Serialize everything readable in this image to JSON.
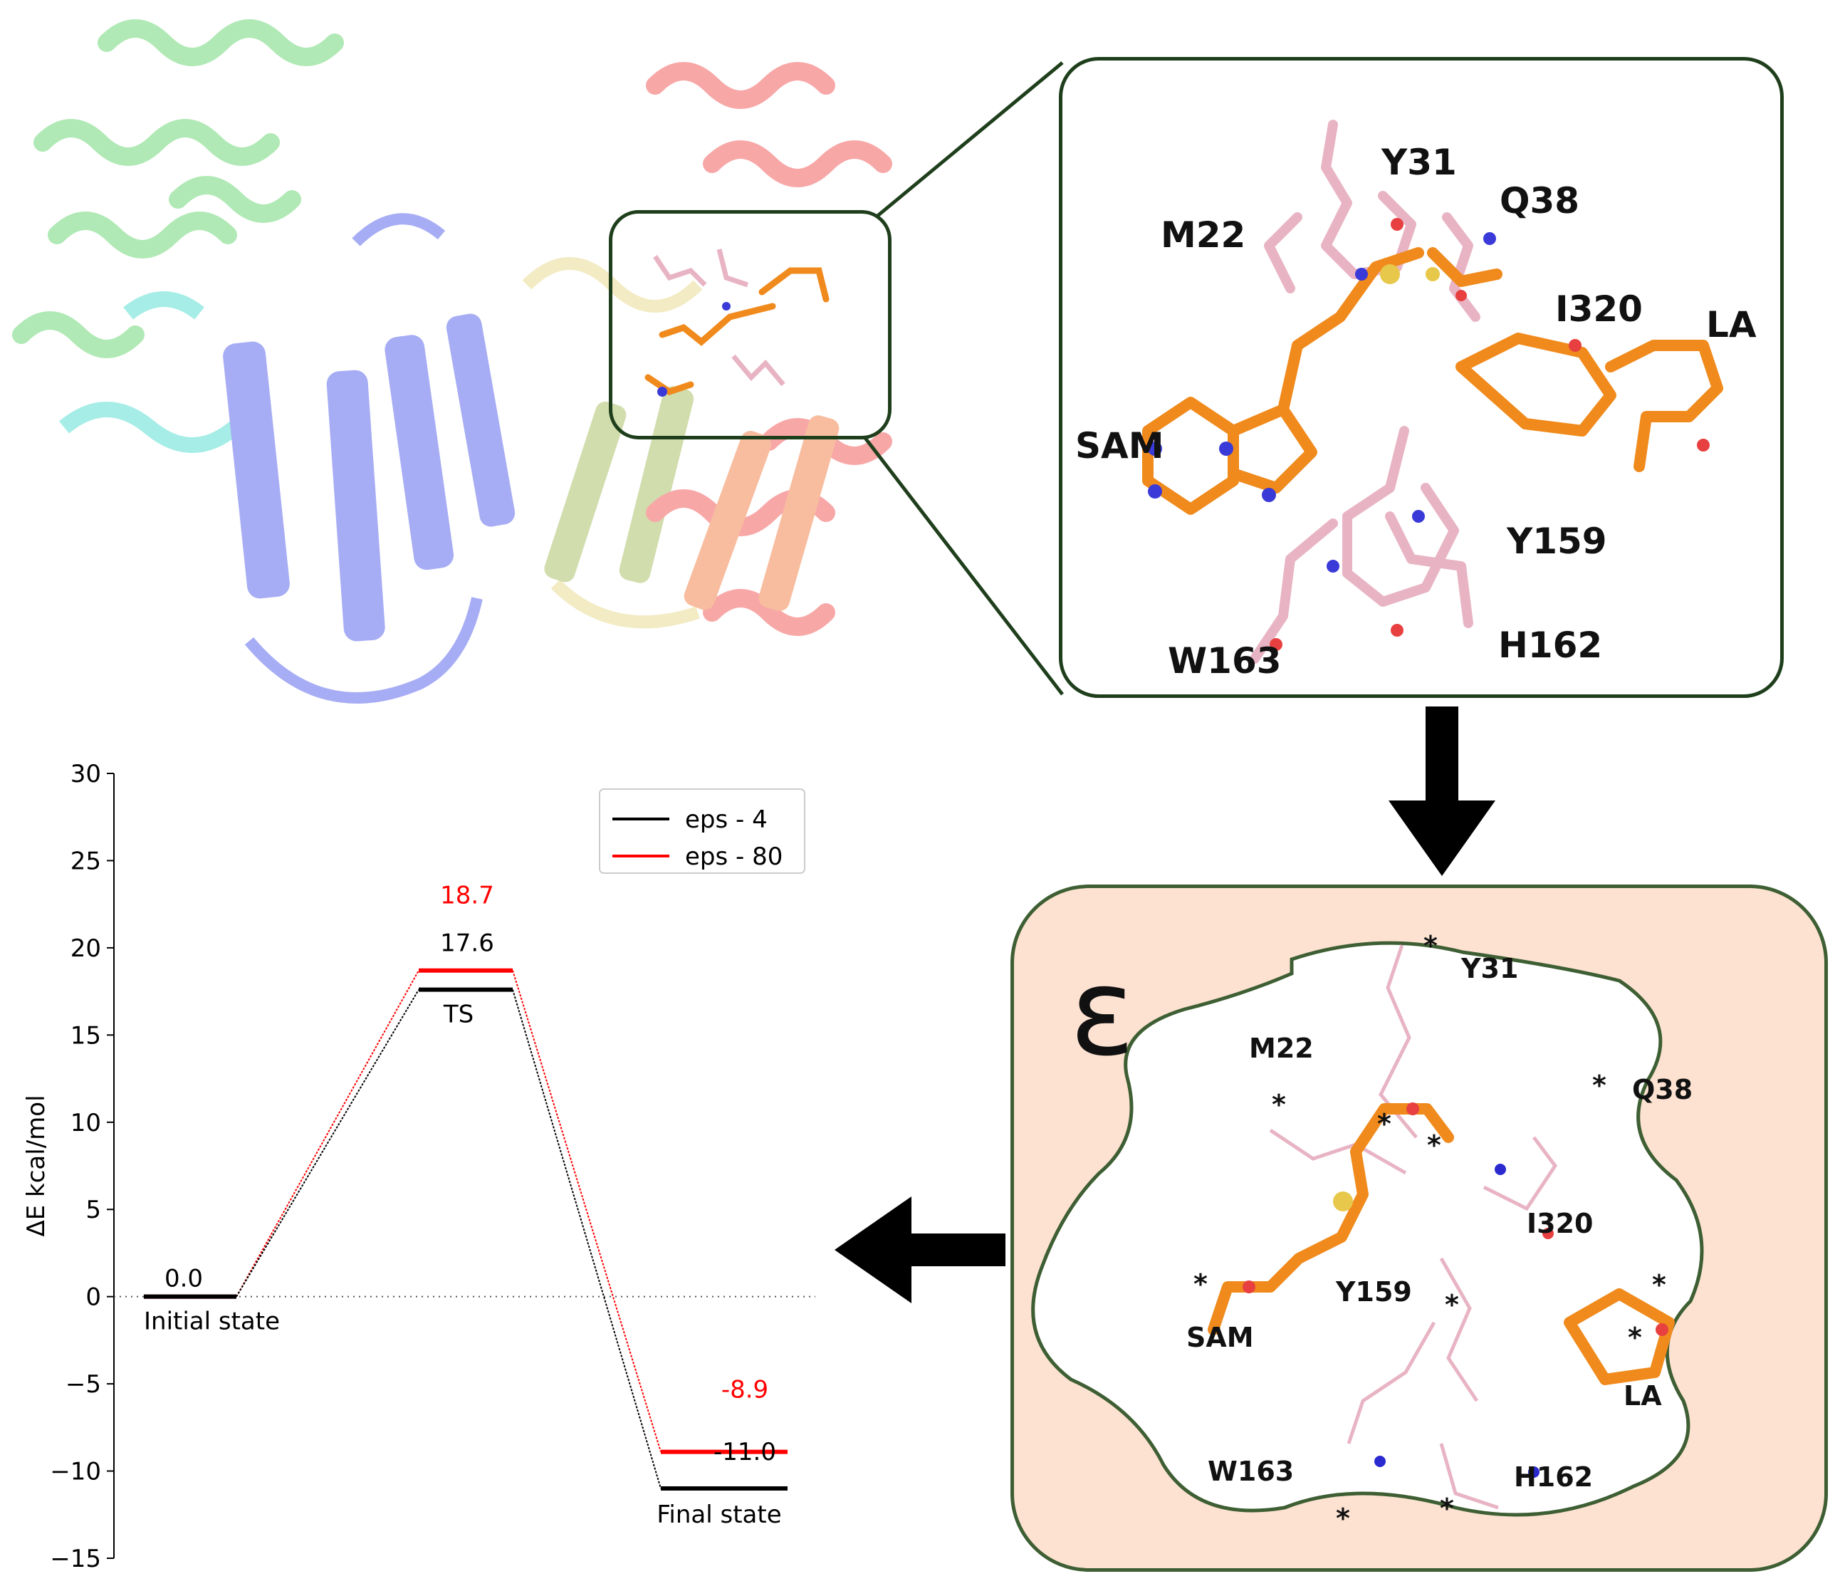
{
  "protein_view": {
    "zoom_labels": [
      "Y31",
      "Q38",
      "M22",
      "I320",
      "LA",
      "SAM",
      "Y159",
      "H162",
      "W163"
    ]
  },
  "epsilon_panel": {
    "epsilon_symbol": "ε",
    "labels": [
      "Y31",
      "M22",
      "Q38",
      "I320",
      "Y159",
      "SAM",
      "LA",
      "W163",
      "H162"
    ],
    "star": "*"
  },
  "colors": {
    "eps4": "#000000",
    "eps80": "#ff0000",
    "panel_border": "#1f3f1c",
    "panel_fill": "#fde2d2",
    "carbon_orange": "#f08a1c",
    "residue_pink": "#e8b4c4"
  },
  "chart_data": {
    "type": "line",
    "ylabel": "ΔE  kcal/mol",
    "ylim": [
      -15,
      30
    ],
    "yticks": [
      -15,
      -10,
      -5,
      0,
      5,
      10,
      15,
      20,
      25,
      30
    ],
    "ytick_labels": [
      "−15",
      "−10",
      "−5",
      "0",
      "5",
      "10",
      "15",
      "20",
      "25",
      "30"
    ],
    "states": [
      "Initial state",
      "TS",
      "Final state"
    ],
    "series": [
      {
        "name": "eps - 4",
        "color": "#000000",
        "values": [
          0.0,
          17.6,
          -11.0
        ],
        "labels": [
          "0.0",
          "17.6",
          "-11.0"
        ]
      },
      {
        "name": "eps - 80",
        "color": "#ff0000",
        "values": [
          0.0,
          18.7,
          -8.9
        ],
        "labels": [
          "",
          "18.7",
          "-8.9"
        ]
      }
    ],
    "reference_line": 0,
    "legend_position": "top-right",
    "grid": false
  }
}
